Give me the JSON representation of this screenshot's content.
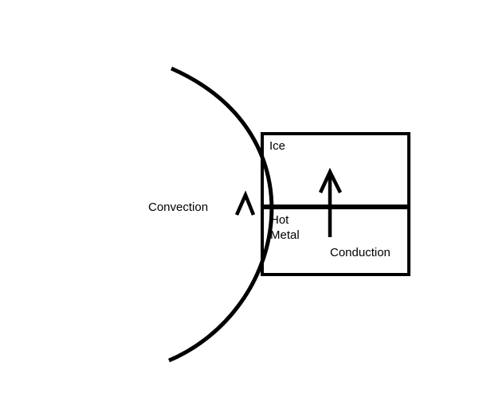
{
  "diagram": {
    "labels": {
      "convection": "Convection",
      "ice": "Ice",
      "hot_metal_line1": "Hot",
      "hot_metal_line2": "Metal",
      "conduction": "Conduction"
    },
    "colors": {
      "stroke": "#000000",
      "background": "#ffffff"
    }
  }
}
